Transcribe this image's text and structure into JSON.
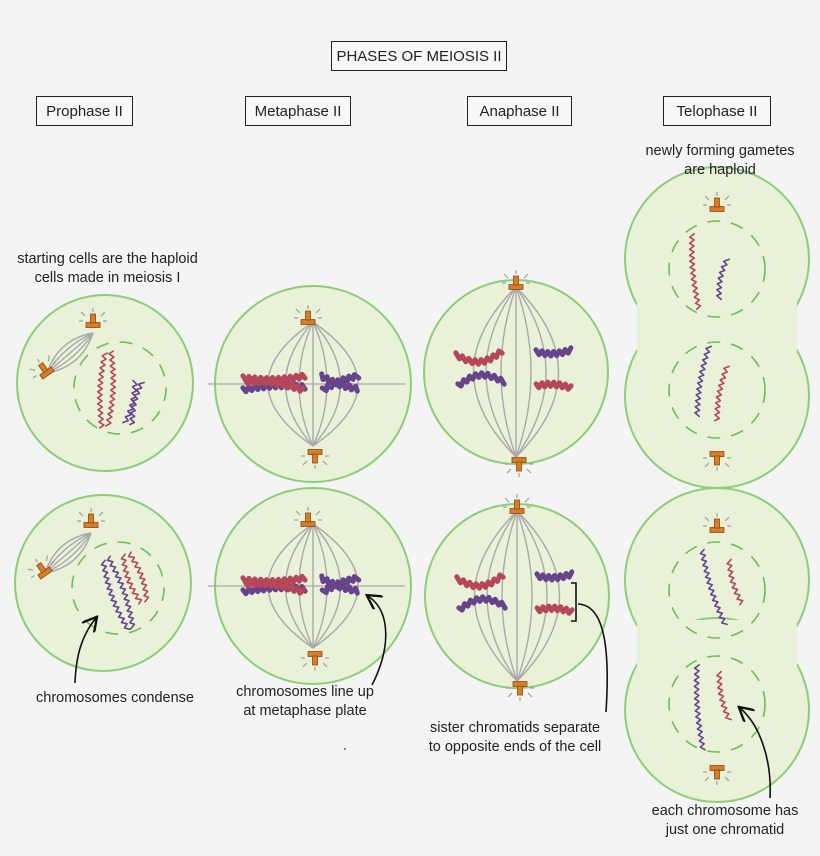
{
  "title": "PHASES OF MEIOSIS II",
  "phases": [
    "Prophase II",
    "Metaphase II",
    "Anaphase II",
    "Telophase II"
  ],
  "captions": {
    "telophase_top": [
      "newly forming gametes",
      "are haploid"
    ],
    "prophase_top": [
      "starting cells are the haploid",
      "cells made in meiosis I"
    ],
    "prophase_bottom": [
      "chromosomes condense"
    ],
    "metaphase_bottom": [
      "chromosomes line up",
      "at metaphase plate"
    ],
    "anaphase_bottom": [
      "sister chromatids separate",
      "to opposite ends of the cell"
    ],
    "telophase_bottom": [
      "each chromosome has",
      "just one chromatid"
    ]
  },
  "colors": {
    "cell_fill": "#e9f1d9",
    "cell_outline": "#8ccd78",
    "nucleus_dash": "#6cbf55",
    "spindle": "#a9a9a9",
    "centrosome": "#d97d28",
    "chromosome_red": "#b6465a",
    "chromosome_purple": "#66448c"
  }
}
